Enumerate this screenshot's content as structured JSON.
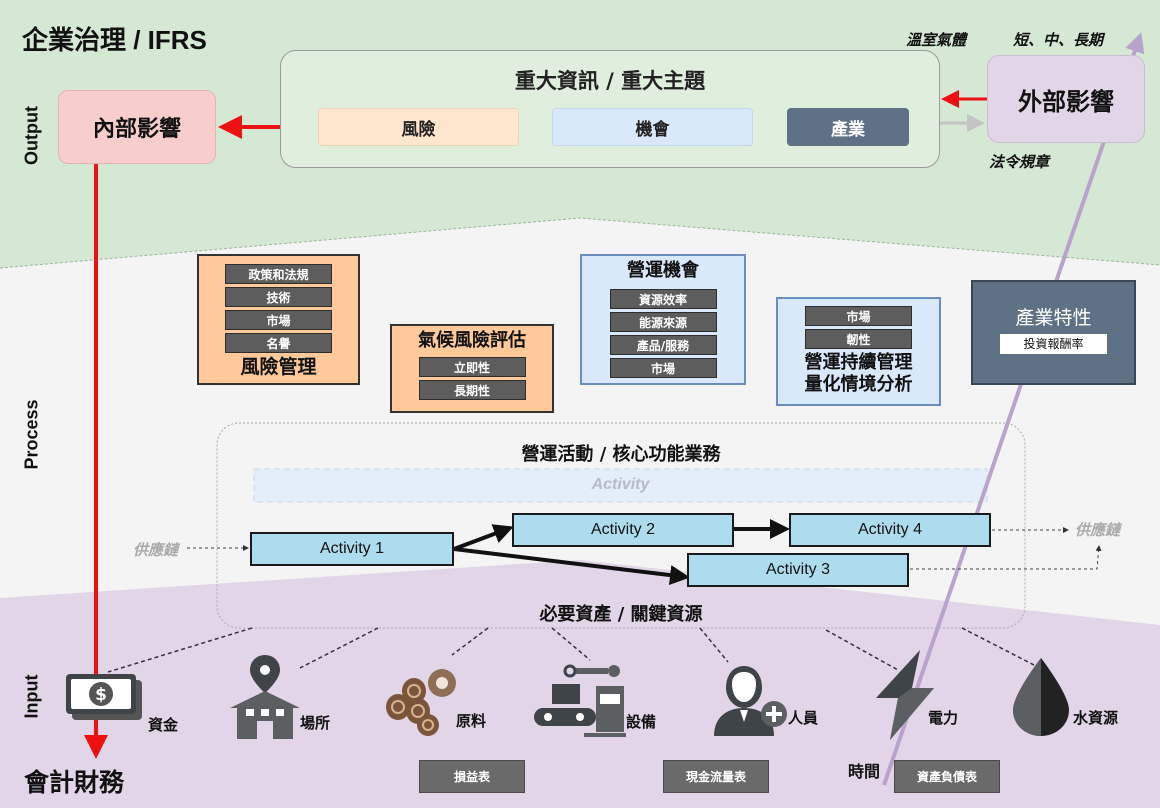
{
  "title": "企業治理 / IFRS",
  "bands": {
    "output": "Output",
    "process": "Process",
    "input": "Input"
  },
  "colors": {
    "output_band": "#d5e8d4",
    "process_band": "#f3f3f3",
    "input_band": "#e1d5e7",
    "risk_fill": "#ffcc99",
    "opportunity_fill": "#dae8fc",
    "industry_fill": "#5f7185",
    "activity_fill": "#aedcef",
    "red_arrow": "#ee1111",
    "time_arrow": "#b9a3cc"
  },
  "internal_impact": {
    "label": "內部影響"
  },
  "external_impact": {
    "label": "外部影響",
    "ghg_label": "溫室氣體",
    "regulation_label": "法令規章",
    "horizon_label": "短、中、長期"
  },
  "material_topics": {
    "title": "重大資訊 / 重大主題",
    "items": [
      {
        "label": "風險"
      },
      {
        "label": "機會"
      },
      {
        "label": "產業"
      }
    ]
  },
  "risk_management": {
    "title": "風險管理",
    "items": [
      "政策和法規",
      "技術",
      "市場",
      "名譽"
    ]
  },
  "climate_risk": {
    "title": "氣候風險評估",
    "items": [
      "立即性",
      "長期性"
    ]
  },
  "operating_opportunity": {
    "title": "營運機會",
    "items": [
      "資源效率",
      "能源來源",
      "產品/服務",
      "市場"
    ]
  },
  "continuity": {
    "items": [
      "市場",
      "韌性"
    ],
    "title_line1": "營運持續管理",
    "title_line2": "量化情境分析"
  },
  "industry_traits": {
    "title": "產業特性",
    "item": "投資報酬率"
  },
  "operations": {
    "title": "營運活動 / 核心功能業務",
    "placeholder_activity": "Activity",
    "supply_chain_in": "供應鏈",
    "supply_chain_out": "供應鏈",
    "activities": [
      "Activity 1",
      "Activity 2",
      "Activity 3",
      "Activity 4"
    ],
    "resources_title": "必要資產 / 關鍵資源"
  },
  "inputs": [
    {
      "label": "資金",
      "icon": "money-icon"
    },
    {
      "label": "場所",
      "icon": "building-location-icon"
    },
    {
      "label": "原料",
      "icon": "logs-gear-icon"
    },
    {
      "label": "設備",
      "icon": "robot-conveyor-icon"
    },
    {
      "label": "人員",
      "icon": "person-add-icon"
    },
    {
      "label": "電力",
      "icon": "lightning-icon"
    },
    {
      "label": "水資源",
      "icon": "water-drop-icon"
    }
  ],
  "accounting": {
    "title": "會計財務",
    "statements": [
      "損益表",
      "現金流量表",
      "資產負債表"
    ]
  },
  "time_label": "時間"
}
